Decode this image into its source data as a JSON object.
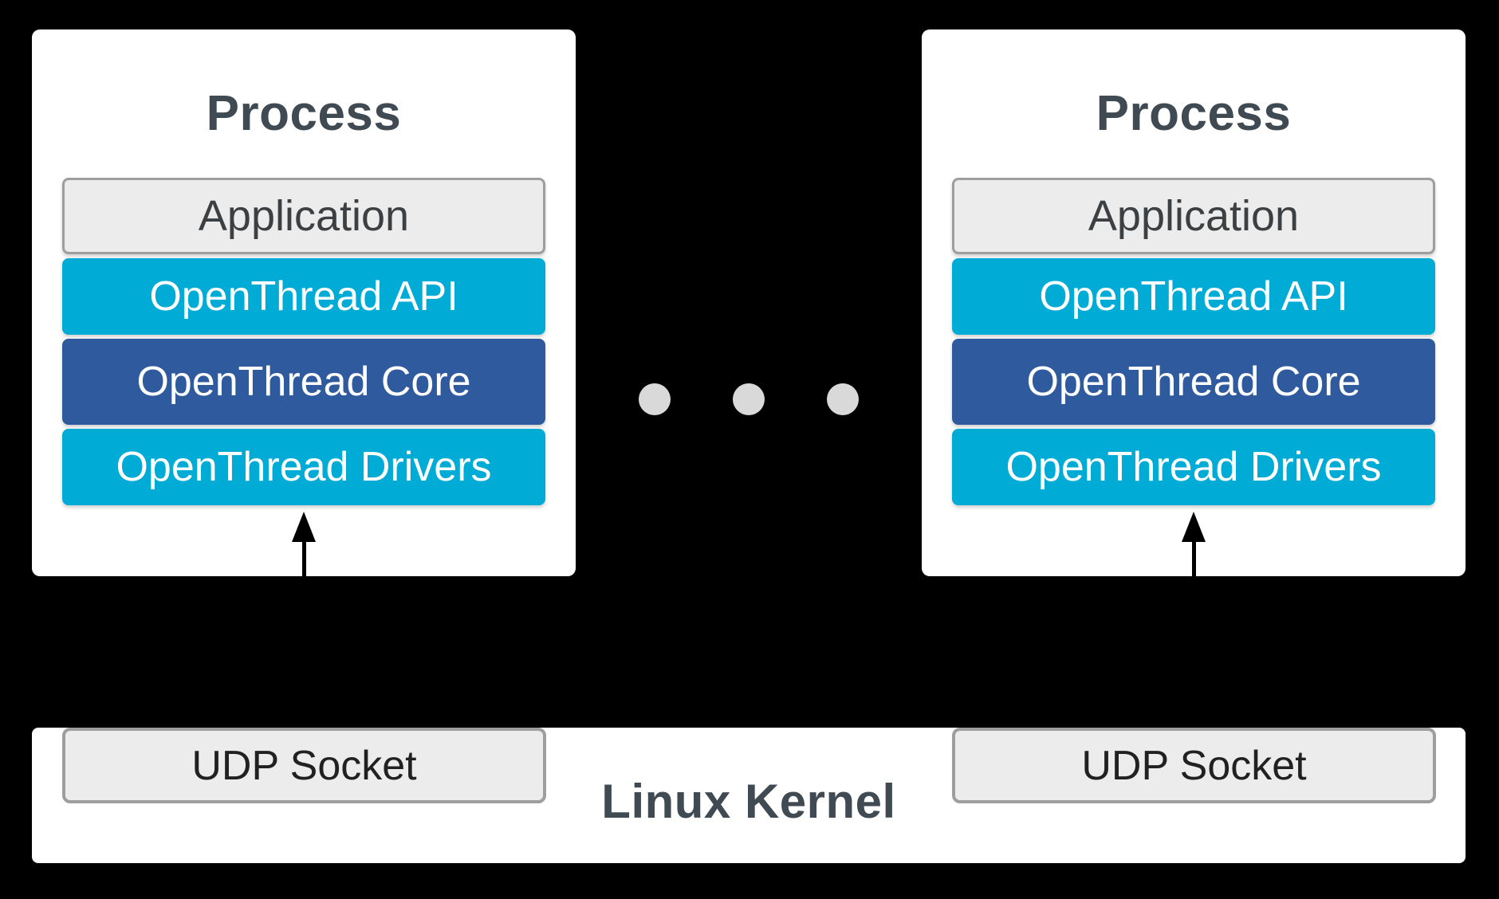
{
  "colors": {
    "background": "#000000",
    "card": "#ffffff",
    "cyan": "#00acd5",
    "core_blue": "#2f5b9e",
    "gray_fill": "#ececec",
    "gray_border": "#9e9e9e",
    "dot": "#d9d9d9",
    "heading_text": "#404a52",
    "app_text": "#3c4043",
    "udp_text": "#212121",
    "layer_text": "#ffffff",
    "arrow": "#000000"
  },
  "processes": [
    {
      "title": "Process",
      "layers": [
        {
          "label": "Application"
        },
        {
          "label": "OpenThread API"
        },
        {
          "label": "OpenThread Core"
        },
        {
          "label": "OpenThread Drivers"
        }
      ]
    },
    {
      "title": "Process",
      "layers": [
        {
          "label": "Application"
        },
        {
          "label": "OpenThread API"
        },
        {
          "label": "OpenThread Core"
        },
        {
          "label": "OpenThread Drivers"
        }
      ]
    }
  ],
  "kernel": {
    "title": "Linux Kernel",
    "sockets": [
      {
        "label": "UDP Socket"
      },
      {
        "label": "UDP Socket"
      }
    ]
  }
}
